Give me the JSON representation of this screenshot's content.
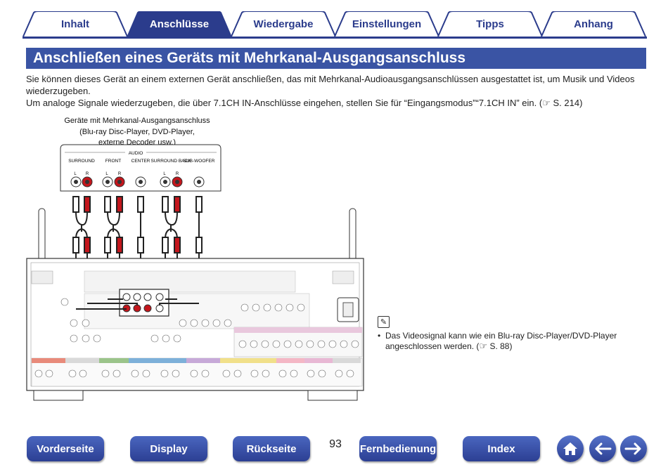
{
  "tabs": [
    {
      "label": "Inhalt",
      "active": false
    },
    {
      "label": "Anschlüsse",
      "active": true
    },
    {
      "label": "Wiedergabe",
      "active": false
    },
    {
      "label": "Einstellungen",
      "active": false
    },
    {
      "label": "Tipps",
      "active": false
    },
    {
      "label": "Anhang",
      "active": false
    }
  ],
  "title": "Anschließen eines Geräts mit Mehrkanal-Ausgangsanschluss",
  "intro": {
    "line1": "Sie können dieses Gerät an einem externen Gerät anschließen, das mit Mehrkanal-Audioausgangsanschlüssen ausgestattet ist, um Musik und Videos wiederzugeben.",
    "line2_text": "Um analoge Signale wiederzugeben, die über 7.1CH IN-Anschlüsse eingehen, stellen Sie für “Eingangsmodus”“7.1CH IN” ein.",
    "line2_ref": "S. 214"
  },
  "device": {
    "title": "Geräte mit Mehrkanal-Ausgangsanschluss",
    "subtitle_1": "(Blu-ray Disc-Player, DVD-Player,",
    "subtitle_2": "externe Decoder usw.)",
    "audio_label": "AUDIO",
    "channels": [
      "SURROUND",
      "FRONT",
      "CENTER",
      "SURROUND BACK",
      "SUB-WOOFER"
    ]
  },
  "note": {
    "icon": "pencil-icon",
    "text": "Das Videosignal kann wie ein Blu-ray Disc-Player/DVD-Player angeschlossen werden.",
    "ref": "S. 88"
  },
  "footer": {
    "buttons": [
      "Vorderseite",
      "Display",
      "Rückseite",
      "Fernbedienung",
      "Index"
    ],
    "page_number": "93",
    "icons": [
      "home-icon",
      "back-arrow-icon",
      "forward-arrow-icon"
    ]
  },
  "colors": {
    "brand_blue": "#2b3c8c",
    "title_bg": "#3a54a4",
    "connector_red": "#c4161c"
  }
}
